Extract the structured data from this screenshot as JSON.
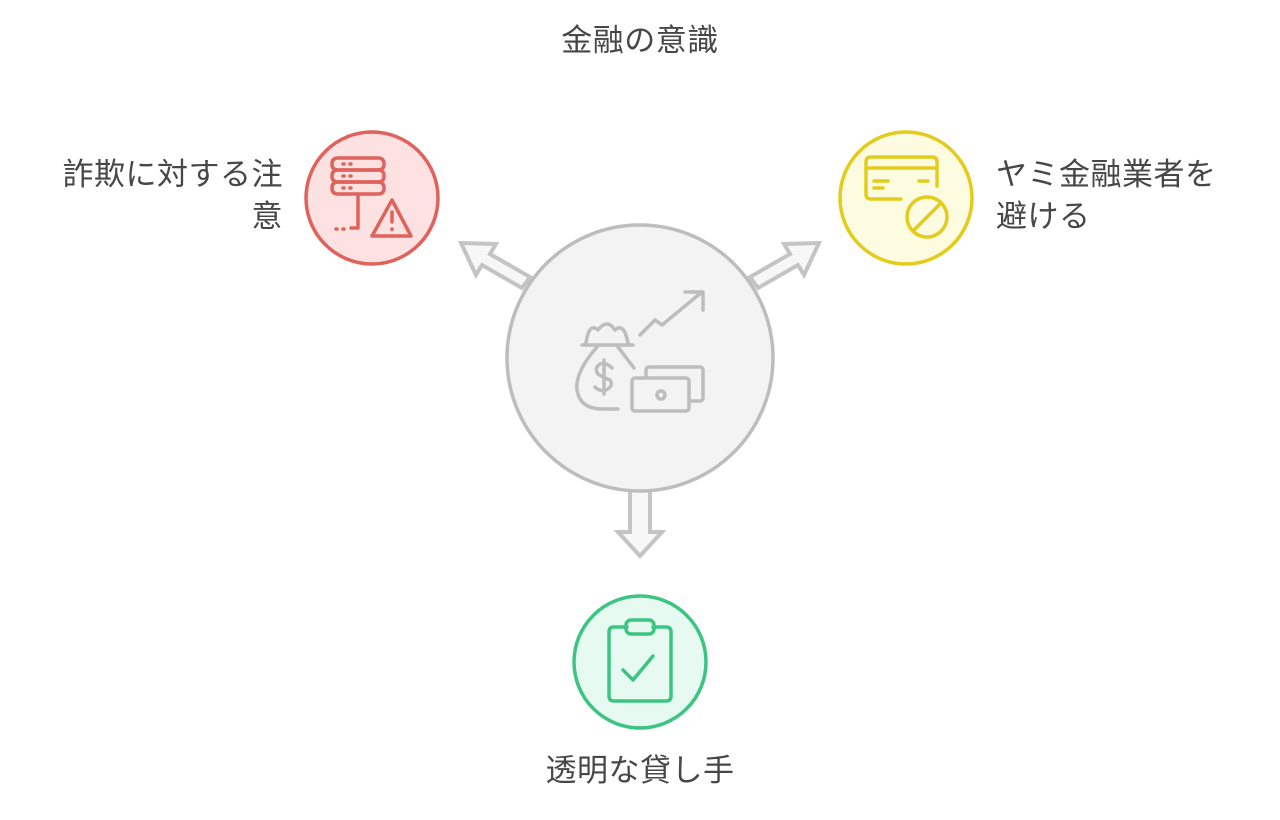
{
  "diagram": {
    "title": "金融の意識",
    "center": {
      "icon": "money-bag-growth-icon",
      "fill": "#f3f3f3",
      "stroke": "#bdbdbd"
    },
    "branches": [
      {
        "label": "詐欺に対する注\n意",
        "icon": "server-warning-icon",
        "fill": "#fde2e1",
        "stroke": "#e0625c",
        "position": "upper-left"
      },
      {
        "label": "ヤミ金融業者を\n避ける",
        "icon": "credit-card-blocked-icon",
        "fill": "#fdfbe0",
        "stroke": "#e3cc1c",
        "position": "upper-right"
      },
      {
        "label": "透明な貸し手",
        "icon": "clipboard-check-icon",
        "fill": "#e6faf1",
        "stroke": "#3cc483",
        "position": "bottom"
      }
    ],
    "arrow_color": "#c4c4c4",
    "arrow_fill": "#f7f7f7"
  }
}
